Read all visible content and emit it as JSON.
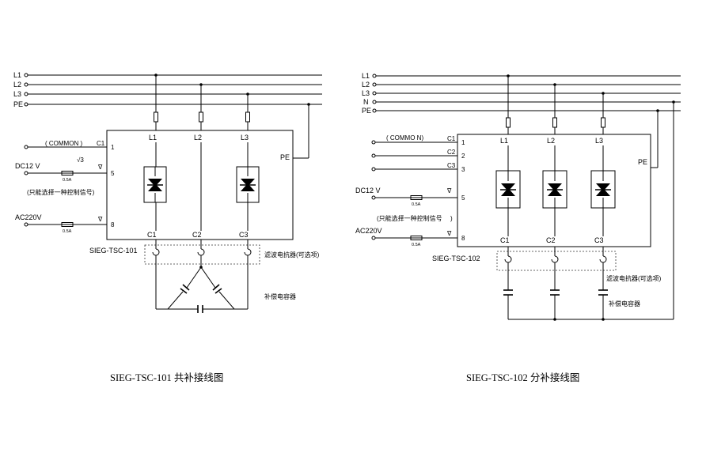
{
  "diagram1": {
    "lines": [
      "L1",
      "L2",
      "L3",
      "PE"
    ],
    "pe_label": "PE",
    "phase_labels": [
      "L1",
      "L2",
      "L3"
    ],
    "out_labels": [
      "C1",
      "C2",
      "C3"
    ],
    "common_label": "( COMMON )",
    "c1_label": "C1",
    "pin1": "1",
    "sqrt3": "√3",
    "pin_v": "∇",
    "pin5": "5",
    "dc_label": "DC12 V",
    "fuse1": "0.5A",
    "choose_label": "(只能选择一种控制信号)",
    "ac_label": "AC220V",
    "fuse2": "0.5A",
    "pin_v2": "∇",
    "pin8": "8",
    "model": "SIEG-TSC-101",
    "reactor_label": "滤波电抗器(可选项)",
    "cap_label": "补偿电容器",
    "caption": "SIEG-TSC-101  共补接线图"
  },
  "diagram2": {
    "lines": [
      "L1",
      "L2",
      "L3",
      "N",
      "PE"
    ],
    "pe_label": "PE",
    "phase_labels": [
      "L1",
      "L2",
      "L3"
    ],
    "out_labels": [
      "C1",
      "C2",
      "C3"
    ],
    "common_label": "( COMMO N)",
    "c_labels": [
      "C1",
      "C2",
      "C3"
    ],
    "pins": [
      "1",
      "2",
      "3"
    ],
    "pin_v": "∇",
    "pin5": "5",
    "dc_label": "DC12 V",
    "fuse1": "0.5A",
    "choose_label": "(只能选择一种控制信号",
    "choose_close": ")",
    "ac_label": "AC220V",
    "fuse2": "0.5A",
    "pin_v2": "∇",
    "pin8": "8",
    "model": "SIEG-TSC-102",
    "reactor_label": "滤波电抗器(可选项)",
    "cap_label": "补偿电容器",
    "caption": "SIEG-TSC-102  分补接线图"
  }
}
